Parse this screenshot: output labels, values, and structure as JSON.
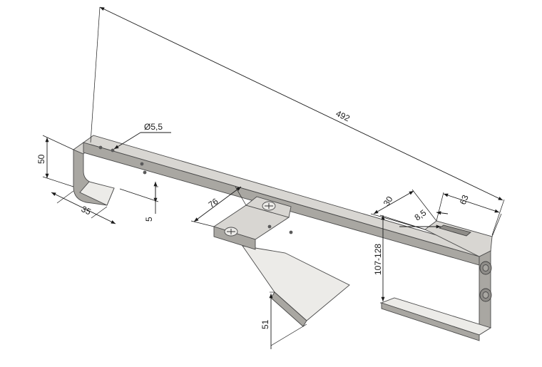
{
  "dimensions": {
    "overall_length": "492",
    "hole_diameter": "Ø5,5",
    "left_hook_height": "50",
    "left_hook_depth": "35",
    "offset": "5",
    "clamp_width": "76",
    "slot_width": "30",
    "slot_width_small": "8,5",
    "right_tab_length": "63",
    "hook_height_range": "107-128",
    "plate_depth": "51"
  }
}
